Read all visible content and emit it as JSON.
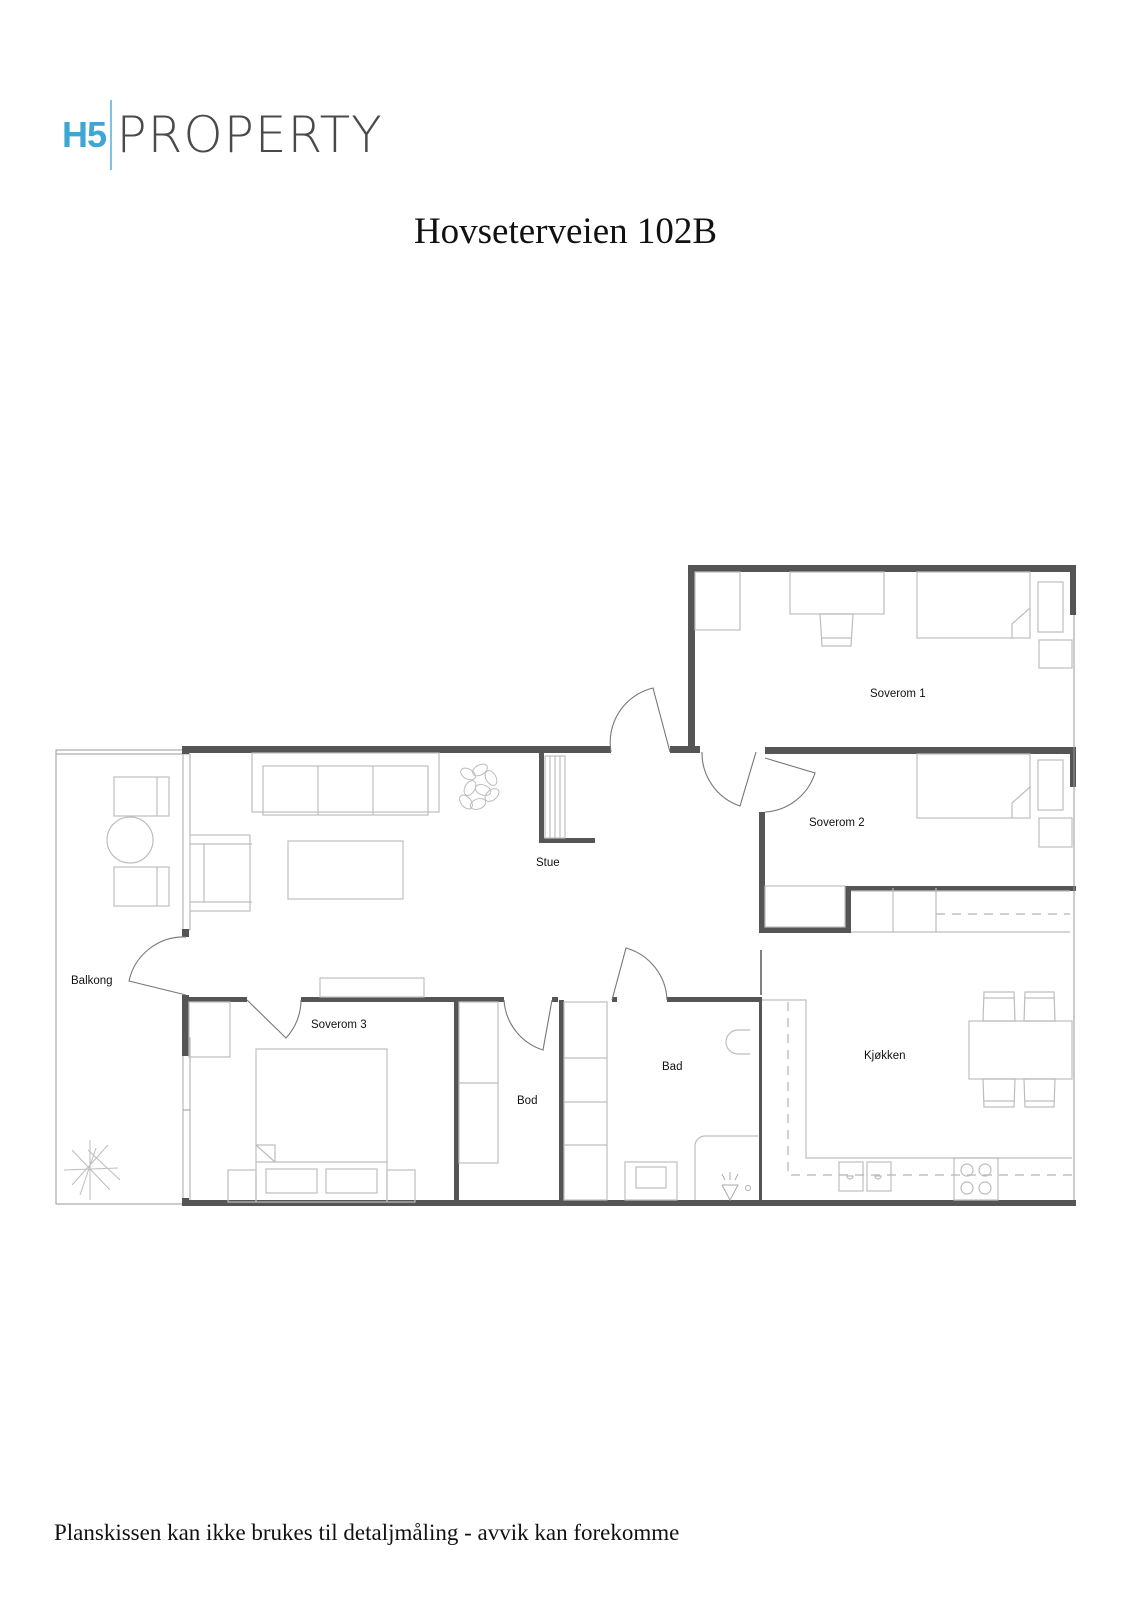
{
  "logo": {
    "brand_mark": "H5",
    "brand_word": "PROPERTY",
    "mark_color": "#3ea6d4",
    "word_color": "#4a4a4a"
  },
  "title": "Hovseterveien 102B",
  "floorplan": {
    "wall_color": "#555555",
    "rooms": [
      {
        "id": "soverom1",
        "label": "Soverom 1"
      },
      {
        "id": "soverom2",
        "label": "Soverom 2"
      },
      {
        "id": "stue",
        "label": "Stue"
      },
      {
        "id": "balkong",
        "label": "Balkong"
      },
      {
        "id": "soverom3",
        "label": "Soverom 3"
      },
      {
        "id": "bod",
        "label": "Bod"
      },
      {
        "id": "bad",
        "label": "Bad"
      },
      {
        "id": "kjokken",
        "label": "Kjøkken"
      }
    ]
  },
  "footer": {
    "disclaimer": "Planskissen kan ikke brukes til detaljmåling - avvik kan forekomme"
  }
}
